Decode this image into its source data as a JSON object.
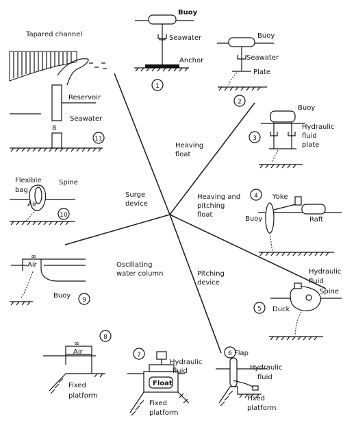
{
  "categories": {
    "heaving_float": "Heaving\nfloat",
    "heaving_pitching_float": "Heaving and\npitching\nfloat",
    "pitching_device": "Pitching\ndevice",
    "oscillating_water_column": "Oscillating\nwater column",
    "surge_device": "Surge\ndevice"
  },
  "devices": {
    "d1": {
      "number": "1",
      "labels": [
        "Buoy",
        "Seawater",
        "Anchor"
      ]
    },
    "d2": {
      "number": "2",
      "labels": [
        "Buoy",
        "Seawater",
        "Plate"
      ]
    },
    "d3": {
      "number": "3",
      "labels": [
        "Buoy",
        "Hydraulic",
        "fluid",
        "plate"
      ]
    },
    "d4": {
      "number": "4",
      "labels": [
        "Yoke",
        "Buoy",
        "Raft"
      ]
    },
    "d5": {
      "number": "5",
      "labels": [
        "Hydraulic",
        "fluid",
        "Spine",
        "Duck"
      ]
    },
    "d6": {
      "number": "6",
      "labels": [
        "Flap",
        "Hydraulic",
        "fluid",
        "Fixed",
        "platform"
      ]
    },
    "d7": {
      "number": "7",
      "labels": [
        "Hydraulic",
        "fluid",
        "Float",
        "Fixed",
        "platform"
      ]
    },
    "d8": {
      "number": "8",
      "labels": [
        "Air",
        "Fixed",
        "platform"
      ]
    },
    "d9": {
      "number": "9",
      "labels": [
        "Air",
        "Buoy"
      ]
    },
    "d10": {
      "number": "10",
      "labels": [
        "Flexible",
        "bag",
        "Spine",
        "Air"
      ]
    },
    "d11": {
      "number": "11",
      "labels": [
        "Tapared channel",
        "Reservoir",
        "Seawater",
        "8"
      ]
    }
  },
  "symbols": {
    "air_gap": "∞"
  }
}
